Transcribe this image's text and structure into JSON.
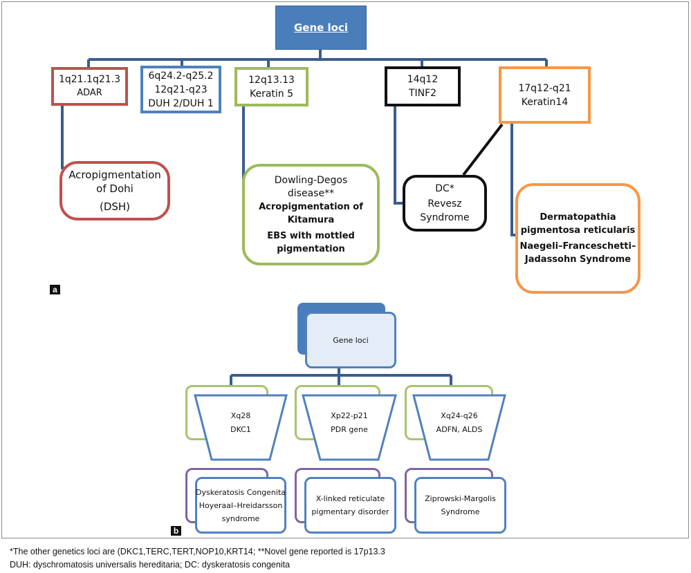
{
  "panel_a": {
    "label": "a",
    "root": "Gene loci",
    "loci": [
      {
        "lines": [
          "1q21.1q21.3",
          "ADAR"
        ]
      },
      {
        "lines": [
          "6q24.2-q25.2",
          "12q21-q23",
          "DUH 2/DUH 1"
        ]
      },
      {
        "lines": [
          "12q13.13",
          "Keratin 5"
        ]
      },
      {
        "lines": [
          "14q12",
          "TINF2"
        ]
      },
      {
        "lines": [
          "17q12-q21",
          "Keratin14"
        ]
      }
    ],
    "diseases": [
      {
        "lines": [
          "Acropigmentation",
          "of Dohi",
          "(DSH)"
        ]
      },
      {
        "lines": [
          "Dowling-Degos",
          "disease**",
          "Acropigmentation of",
          "Kitamura",
          "EBS with mottled",
          "pigmentation"
        ]
      },
      {
        "lines": [
          "DC*",
          "Revesz",
          "Syndrome"
        ]
      },
      {
        "lines": [
          "Dermatopathia",
          "pigmentosa reticularis",
          "Naegeli–Franceschetti–",
          "Jadassohn Syndrome"
        ]
      }
    ]
  },
  "panel_b": {
    "label": "b",
    "root": "Gene loci",
    "loci": [
      {
        "lines": [
          "Xq28",
          "DKC1"
        ]
      },
      {
        "lines": [
          "Xp22-p21",
          "PDR gene"
        ]
      },
      {
        "lines": [
          "Xq24-q26",
          "ADFN, ALDS"
        ]
      }
    ],
    "diseases": [
      {
        "lines": [
          "Dyskeratosis Congenita",
          "Hoyeraal–Hreidarsson",
          "syndrome"
        ]
      },
      {
        "lines": [
          "X-linked reticulate",
          "pigmentary disorder"
        ]
      },
      {
        "lines": [
          "Ziprowski-Margolis",
          "Syndrome"
        ]
      }
    ]
  },
  "footnotes": [
    "*The other genetics loci are (DKC1,TERC,TERT,NOP10,KRT14; **Novel gene reported is 17p13.3",
    "DUH: dyschromatosis universalis hereditaria; DC: dyskeratosis congenita"
  ],
  "colors": {
    "connector": "#3a5d8f",
    "root_fill": "#4a7ebb",
    "red": "#c0504d",
    "blue": "#4f81bd",
    "green": "#9bbb59",
    "black": "#111111",
    "orange": "#f79646",
    "purple": "#8064a2",
    "light_green": "#a9c46b",
    "light_blue": "#dce6f2"
  }
}
